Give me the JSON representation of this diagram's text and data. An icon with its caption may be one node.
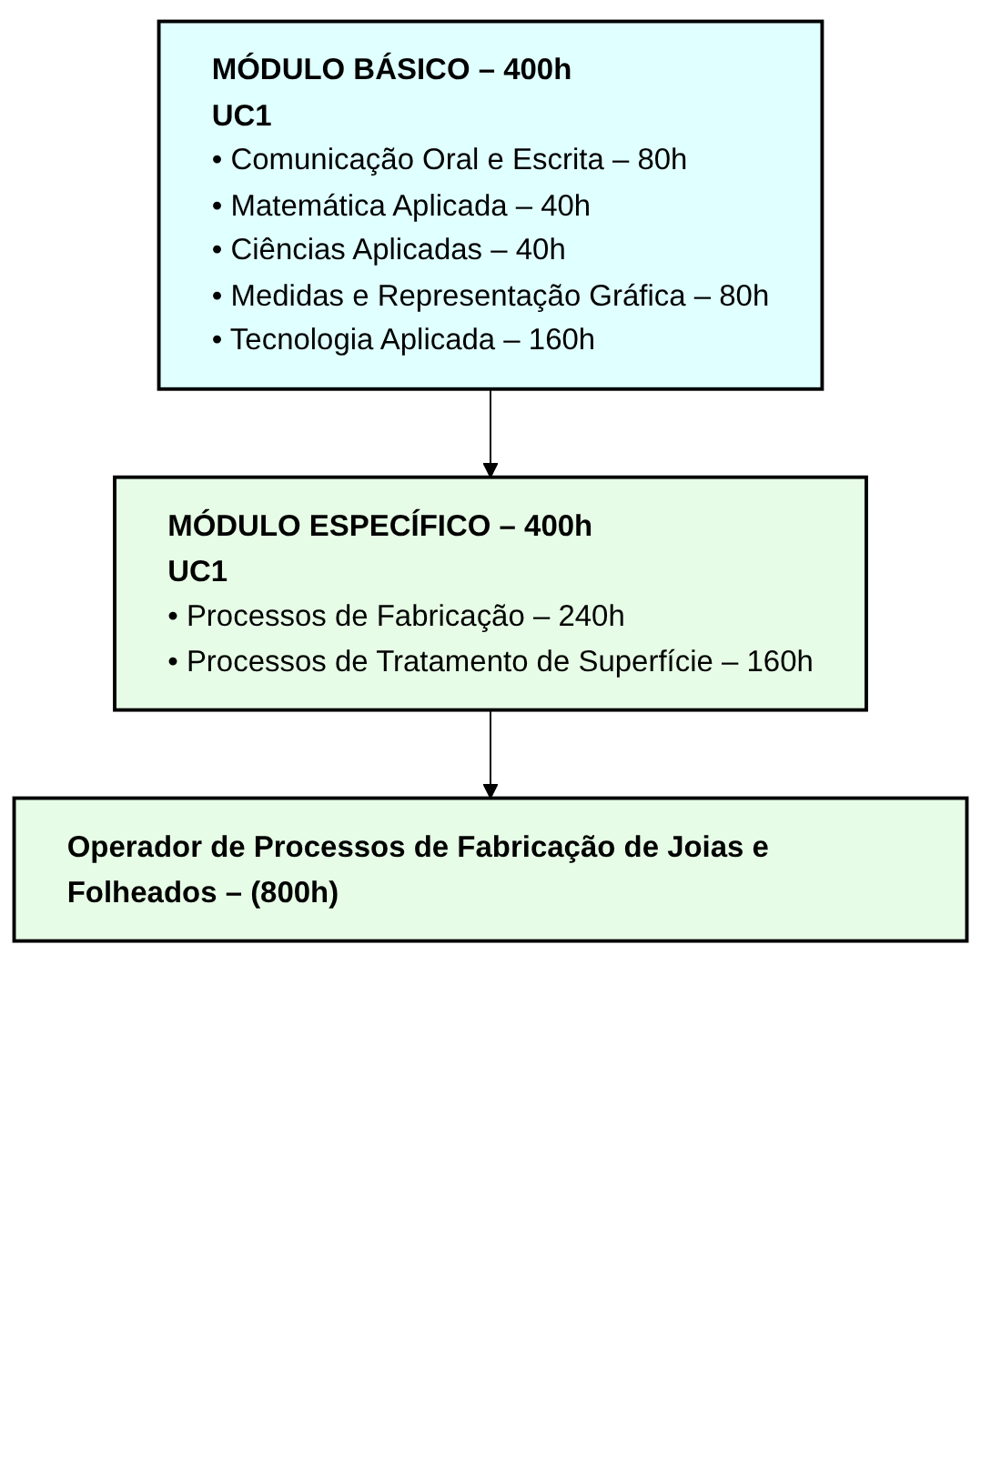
{
  "diagram": {
    "nodes": [
      {
        "text": [
          "MÓDULO BÁSICO – 400h",
          "UC1",
          "• Comunicação Oral e Escrita – 80h",
          "• Matemática Aplicada – 40h",
          "• Ciências Aplicadas – 40h",
          "• Medidas e Representação Gráfica – 80h",
          "• Tecnologia Aplicada – 160h"
        ]
      },
      {
        "text": [
          "MÓDULO ESPECÍFICO – 400h",
          "UC1",
          "• Processos de Fabricação – 240h",
          "• Processos de Tratamento de Superfície – 160h"
        ]
      },
      {
        "text": [
          "Operador de Processos de Fabricação de Joias e Folheados – (800h)"
        ]
      }
    ],
    "edges": [
      {
        "from": 0,
        "to": 1,
        "arrow": "to"
      },
      {
        "from": 1,
        "to": 2,
        "arrow": "to"
      }
    ]
  }
}
